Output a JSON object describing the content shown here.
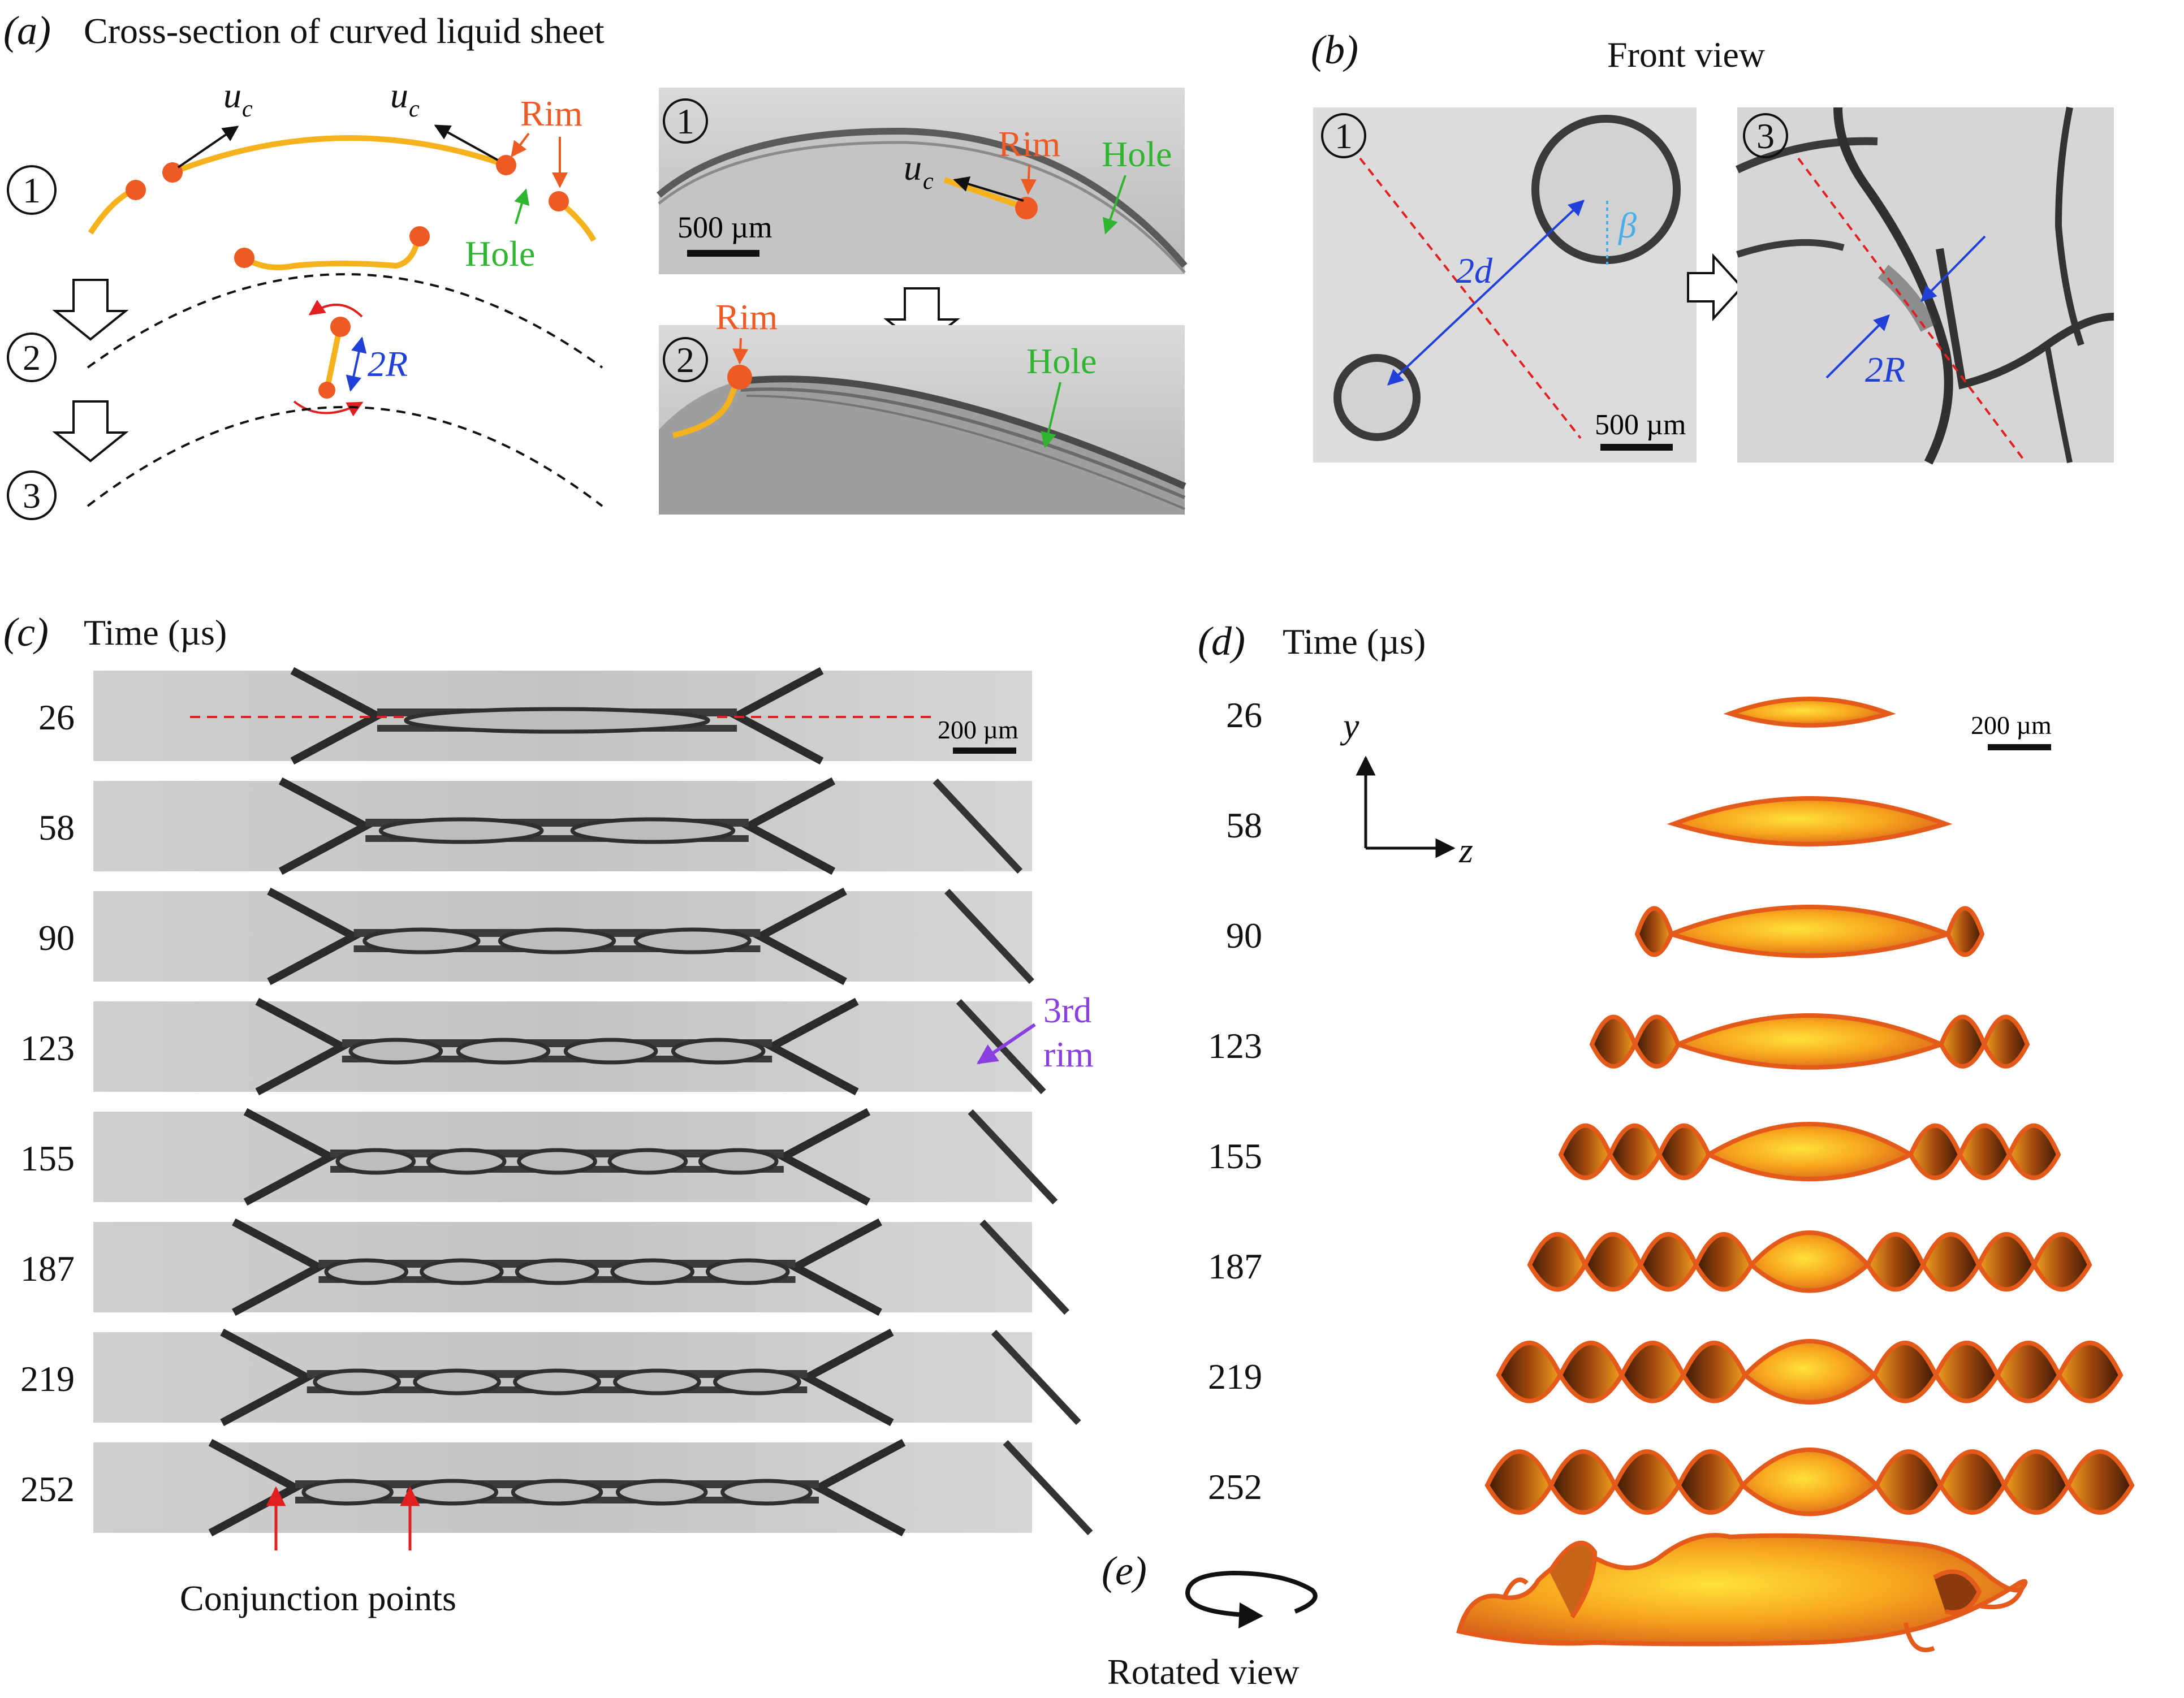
{
  "panels": {
    "a": {
      "label": "(a)",
      "title": "Cross-section of curved liquid sheet"
    },
    "b": {
      "label": "(b)",
      "title": "Front view"
    },
    "c": {
      "label": "(c)",
      "title": "Time (µs)"
    },
    "d": {
      "label": "(d)",
      "title": "Time (µs)"
    },
    "e": {
      "label": "(e)",
      "caption": "Rotated view"
    }
  },
  "annotations": {
    "uc": "u",
    "uc_sub": "c",
    "rim": "Rim",
    "hole": "Hole",
    "two_R": "2R",
    "two_d": "2d",
    "beta": "β",
    "third_rim_line1": "3rd",
    "third_rim_line2": "rim",
    "conjunction": "Conjunction points",
    "axis_y": "y",
    "axis_z": "z",
    "step1": "1",
    "step2": "2",
    "step3": "3"
  },
  "scale_bars": {
    "a": "500 µm",
    "b": "500 µm",
    "c": "200 µm",
    "d": "200 µm"
  },
  "times_us": [
    "26",
    "58",
    "90",
    "123",
    "155",
    "187",
    "219",
    "252"
  ],
  "colors": {
    "sheet": "#f5b21c",
    "rim": "#ee5a24",
    "hole": "#2fb52f",
    "blue": "#2040d8",
    "red_dash": "#e02020",
    "purple": "#8a40e0",
    "cyan": "#48aee8"
  }
}
